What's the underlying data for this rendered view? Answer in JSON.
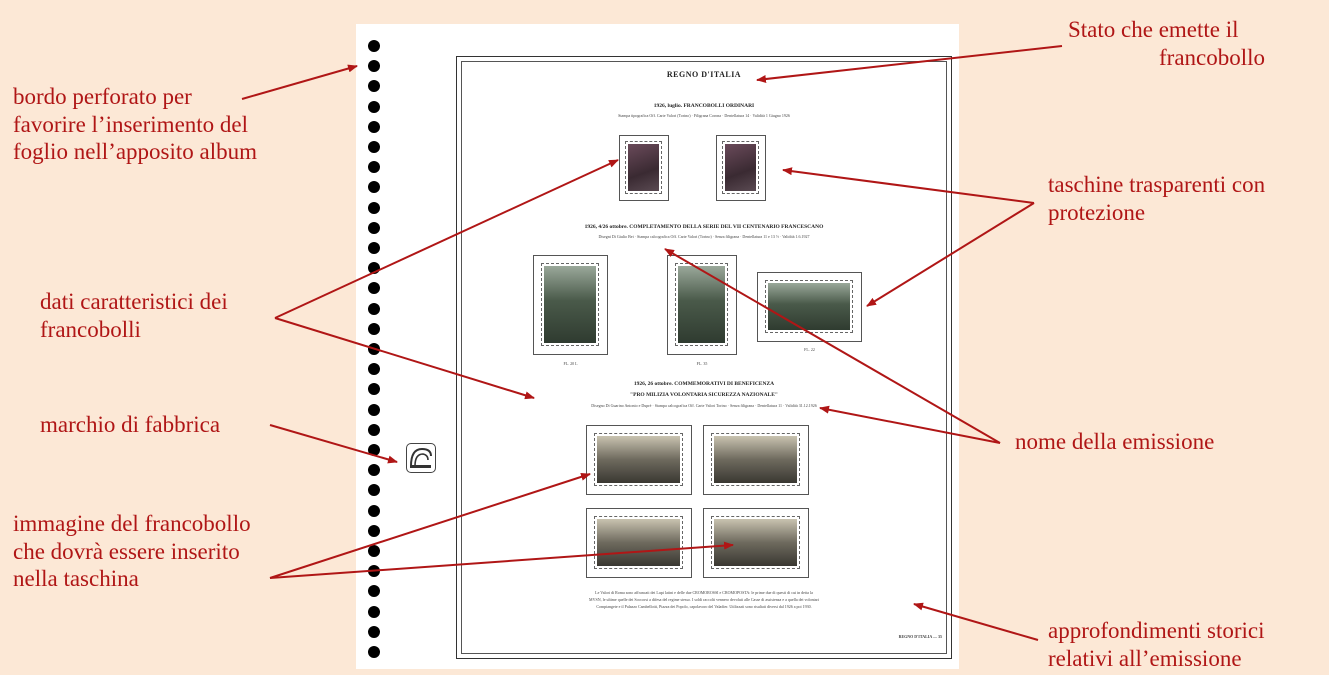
{
  "annotations": {
    "bordo_1": "bordo perforato per",
    "bordo_2": "favorire l’inserimento del",
    "bordo_3": "foglio nell’apposito album",
    "dati_1": "dati caratteristici dei",
    "dati_2": "francobolli",
    "marchio": "marchio di fabbrica",
    "immagine_1": "immagine del francobollo",
    "immagine_2": "che dovrà essere inserito",
    "immagine_3": "nella taschina",
    "stato_1": "Stato che emette il",
    "stato_2": "francobollo",
    "taschine_1": "taschine trasparenti con",
    "taschine_2": "protezione",
    "nome": "nome della emissione",
    "approf_1": "approfondimenti storici",
    "approf_2": "relativi all’emissione"
  },
  "album_page": {
    "title": "REGNO D'ITALIA",
    "section1_heading": "1926, luglio. FRANCOBOLLI ORDINARI",
    "section1_sub": "Stampa tipografica Off. Carte Valori (Torino) · Filigrana Corona · Dentellatura 14 · Validità 1 Giugno 1926",
    "section2_heading": "1926, 4/26 ottobre. COMPLETAMENTO DELLA SERIE DEL VII CENTENARIO FRANCESCANO",
    "section2_sub": "Disegni Di Giulio Bei · Stampa calcografica Off. Carte Valori (Torino) · Senza filigrana · Dentellatura 11 e 13 ½ · Validità 1.6.1927",
    "section2_caps": [
      "FL. 20 L",
      "FL. 35",
      "FL. 22"
    ],
    "section3_heading_1": "1926, 26 ottobre. COMMEMORATIVI DI BENEFICENZA",
    "section3_heading_2": "\"PRO MILIZIA VOLONTARIA SICUREZZA NAZIONALE\"",
    "section3_sub": "Disegno Di Guarino Antonio e Duprè · Stampa calcografica Off. Carte Valori Torino · Senza filigrana · Dentellatura 11 · Validità 31.12.1926",
    "footnote_1": "Le Valori di Roma sono affrancati dei Lupi latini e delle due CROMOROSSI e CROMOPOSTA: le prime due di questi di cui in detta la",
    "footnote_2": "MVSN, le ultime quelle dei Soccorsi a difesa del regime stesso. I soldi raccolti vennero devoluti alle Casse di assistenza e a quella dei volontari",
    "footnote_3": "Compiangete e il Palazzo Cambellotti, Piazza dei Popolo, capolavoro del Valadier. Utilizzati sono risultati diversi dal 1926 a poi 1930.",
    "page_number": "REGNO D'ITALIA — 35"
  },
  "colors": {
    "background": "#fce8d6",
    "annotation_text": "#b01616",
    "arrow": "#b01616"
  }
}
